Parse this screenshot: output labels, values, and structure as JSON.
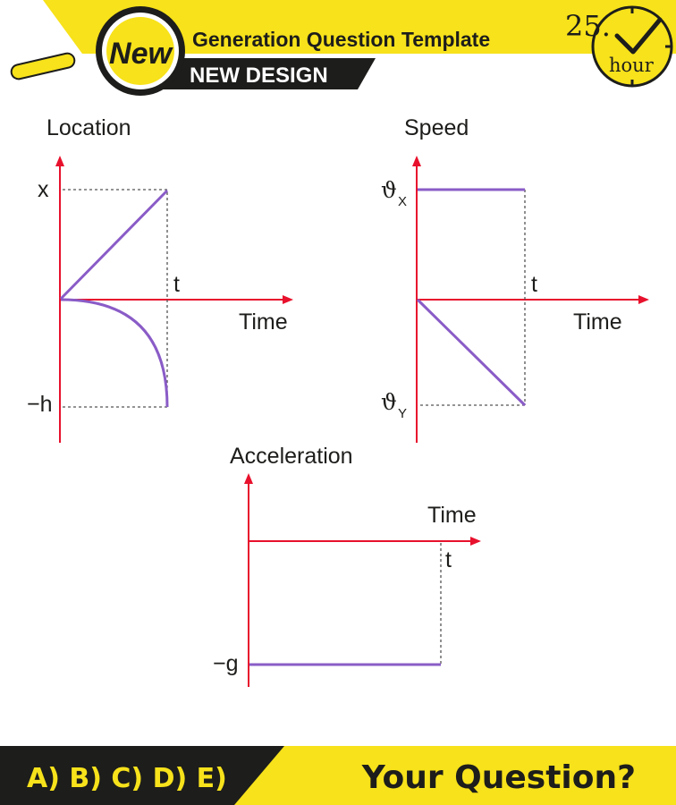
{
  "header": {
    "badge_label": "New",
    "title": "Generation Question Template",
    "subtitle": "NEW DESIGN",
    "timer_value": "25.",
    "timer_unit": "hour",
    "accent_color": "#f7e21b",
    "icons": [
      "magnifier-icon",
      "clock-icon",
      "checkmark-icon"
    ]
  },
  "graphs": {
    "location": {
      "title": "Location",
      "y_top_label": "x",
      "y_bottom_label": "−h",
      "t_label": "t",
      "axis_label": "Time"
    },
    "speed": {
      "title": "Speed",
      "y_top_symbol": "ϑ",
      "y_top_sub": "X",
      "y_bottom_symbol": "ϑ",
      "y_bottom_sub": "Y",
      "t_label": "t",
      "axis_label": "Time"
    },
    "acceleration": {
      "title": "Acceleration",
      "axis_label": "Time",
      "t_label": "t",
      "y_label": "−g"
    },
    "axis_color": "#e8112d",
    "curve_color": "#8a5cc7",
    "guide_color": "#555555"
  },
  "footer": {
    "options": "A) B) C) D) E)",
    "prompt": "Your Question?",
    "dark_color": "#1d1d1b",
    "accent_color": "#f7e21b"
  }
}
